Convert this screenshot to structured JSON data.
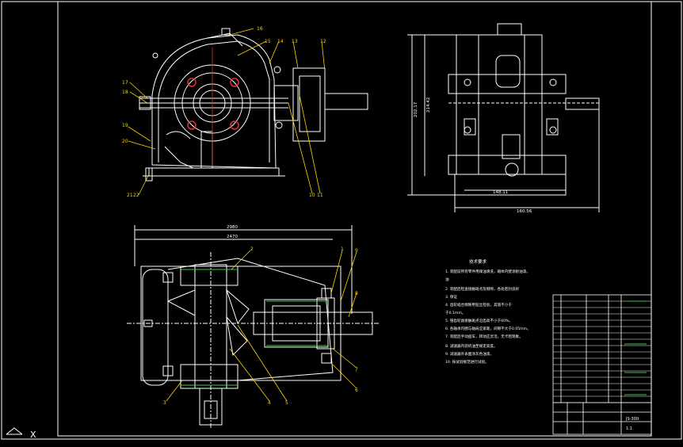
{
  "callouts": {
    "top": [
      "16",
      "15",
      "14",
      "13",
      "12",
      "17",
      "18",
      "19",
      "20",
      "21",
      "22",
      "10",
      "11"
    ],
    "bottom": [
      "2",
      "1",
      "9",
      "8",
      "7",
      "6",
      "5",
      "4",
      "3"
    ]
  },
  "dimensions": {
    "height_a": "202.17",
    "height_b": "214.42",
    "width_a": "148.11",
    "width_b": "160.56",
    "plan_a": "2980",
    "plan_b": "2470"
  },
  "notes": {
    "title": "技术要求",
    "lines": [
      "1. 装配前所有零件用煤油清洗，箱体内壁涂耐油漆。",
      "   油",
      "2. 装配后检查接触斑点及侧隙，各处密封良好",
      "3. 保证",
      "4. 齿轮啮合侧隙用铅丝检验，其值不小于",
      "   于0.1mm。",
      "5. 锥齿轮副接触斑点沿齿高不小于40%。",
      "6. 各轴承内圈与轴肩应紧靠，间隙不大于0.05mm。",
      "7. 装配后手动盘车，转动应灵活，无卡阻现象。",
      "8. 减速器内装机油至规定高度。",
      "9. 减速器外表面涂灰色油漆。",
      "10. 按试验规范进行试验。"
    ]
  },
  "title_block": {
    "drawing_no": "JS-300",
    "scale": "1:1"
  },
  "ucs": {
    "x_label": "X"
  }
}
